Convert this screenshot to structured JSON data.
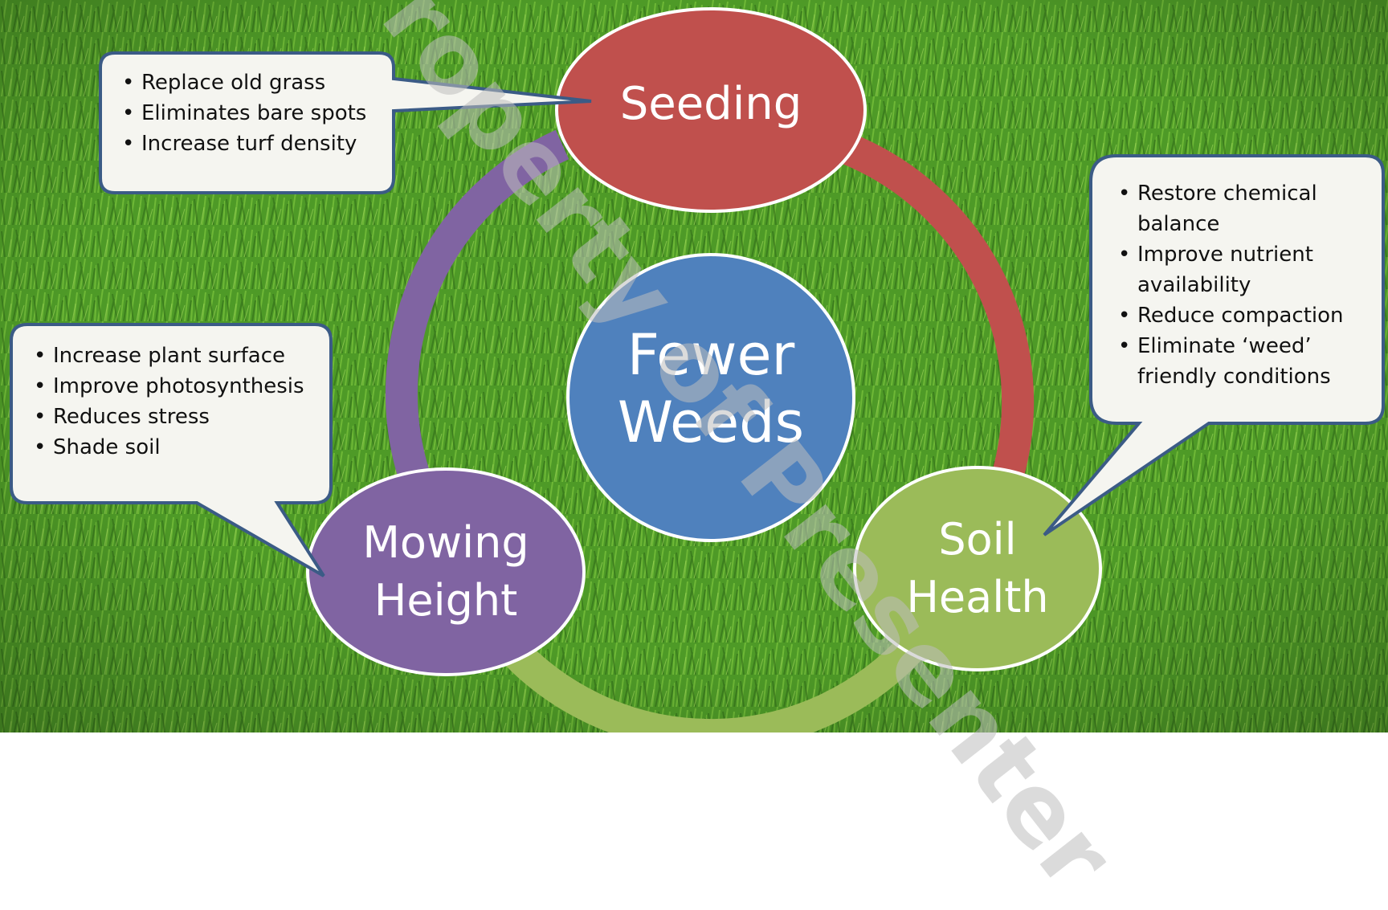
{
  "colors": {
    "seeding": "#C0504D",
    "mowing": "#8064A2",
    "soil": "#9BBB59",
    "center": "#4F81BD",
    "callout_fill": "#F5F5F0",
    "callout_border": "#3B5B86",
    "grass_dark": "#3E7F1E",
    "grass_light": "#7FC43E"
  },
  "center": {
    "title": "Fewer Weeds"
  },
  "nodes": {
    "seeding": {
      "label": "Seeding"
    },
    "soil_health": {
      "label": "Soil Health"
    },
    "mowing_height": {
      "label": "Mowing Height"
    }
  },
  "callouts": {
    "seeding": {
      "items": [
        "Replace old grass",
        "Eliminates bare spots",
        "Increase turf density"
      ]
    },
    "soil_health": {
      "items": [
        "Restore chemical balance",
        "Improve nutrient availability",
        "Reduce compaction",
        "Eliminate ‘weed’ friendly conditions"
      ]
    },
    "mowing_height": {
      "items": [
        "Increase plant surface",
        "Improve photosynthesis",
        "Reduces stress",
        "Shade soil"
      ]
    }
  },
  "watermark": {
    "text": "Property of Presenter"
  }
}
